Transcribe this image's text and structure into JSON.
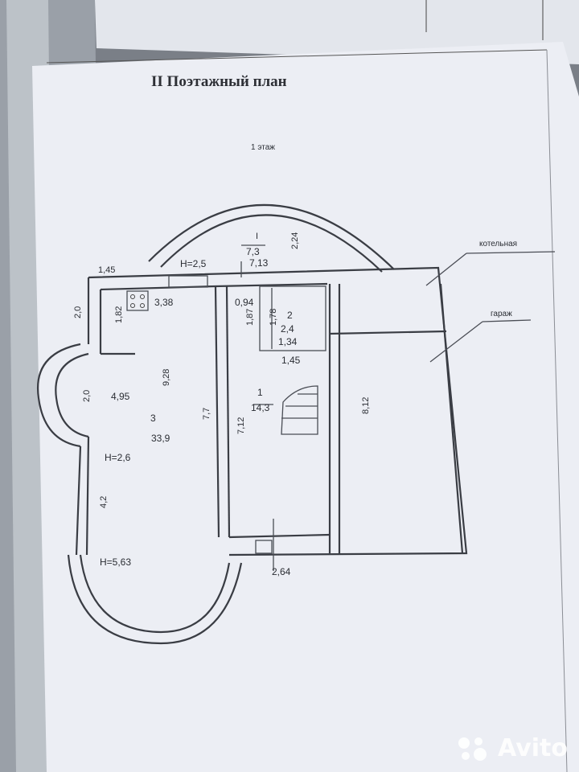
{
  "title": "II Поэтажный план",
  "floor_label": "1 этаж",
  "callouts": {
    "boiler": "котельная",
    "garage": "гараж"
  },
  "rooms": [
    {
      "number": "1",
      "area": "14,3"
    },
    {
      "number": "2",
      "area": "2,4"
    },
    {
      "number": "3",
      "area": "33,9"
    },
    {
      "number": "I",
      "area": "7,3"
    }
  ],
  "dimensions": {
    "d1": "1,45",
    "d2": "H=2,5",
    "d3": "7,13",
    "d4": "2,24",
    "d5": "2,0",
    "d6": "1,82",
    "d7": "3,38",
    "d8": "0,94",
    "d9": "1,87",
    "d10": "1,78",
    "d11": "1,34",
    "d12": "1,45",
    "d13": "9,28",
    "d14": "2,0",
    "d15": "4,95",
    "d16": "7,7",
    "d17": "7,12",
    "d18": "8,12",
    "d19": "H=2,6",
    "d20": "4,2",
    "d21": "H=5,63",
    "d22": "2,64"
  },
  "watermark": "Avito",
  "colors": {
    "paper": "#eceef4",
    "ink": "#3a3d44",
    "background": "#7a7f87"
  }
}
